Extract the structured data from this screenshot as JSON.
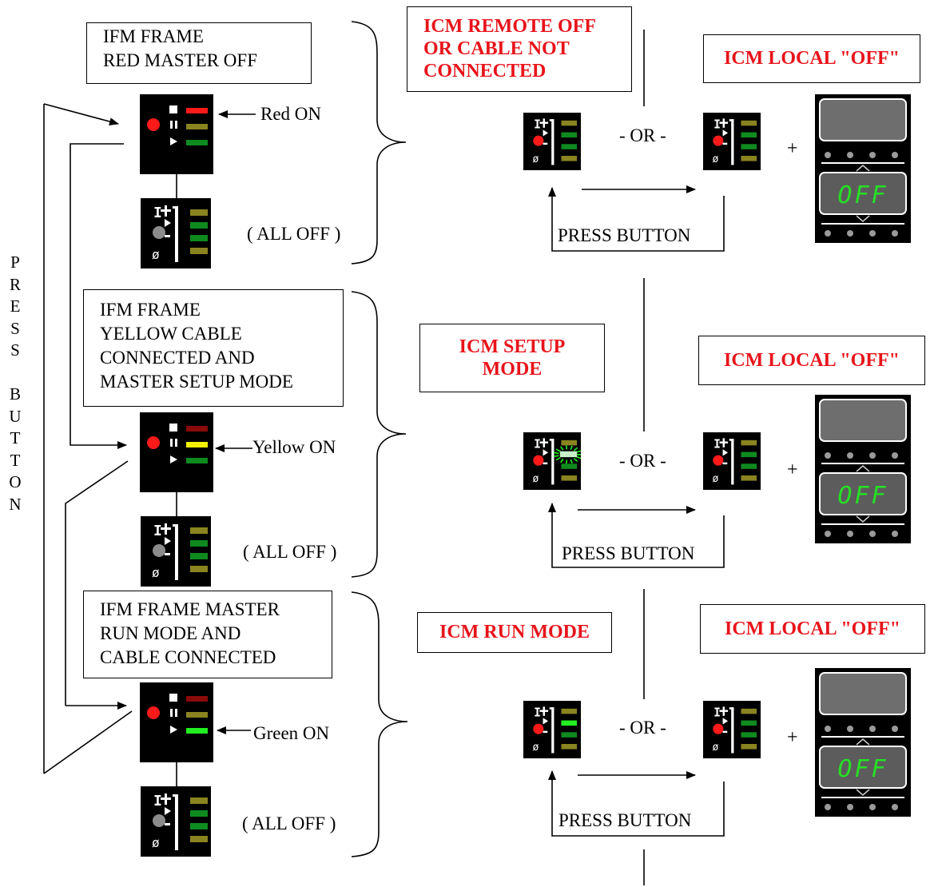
{
  "side_label": [
    "P",
    "R",
    "E",
    "S",
    "S",
    "",
    "B",
    "U",
    "T",
    "T",
    "O",
    "N"
  ],
  "rows": [
    {
      "ifm_lines": [
        "IFM FRAME",
        "RED MASTER OFF"
      ],
      "led_label": "Red ON",
      "all_off_label": "( ALL OFF )",
      "icm_lines": [
        "ICM REMOTE OFF",
        "OR CABLE NOT",
        "CONNECTED"
      ],
      "or_label": "- OR -",
      "press_label": "PRESS BUTTON",
      "local_label": "ICM LOCAL \"OFF\"",
      "plus": "+",
      "display_text": "OFF"
    },
    {
      "ifm_lines": [
        "IFM FRAME",
        "YELLOW CABLE",
        "CONNECTED AND",
        "MASTER SETUP MODE"
      ],
      "led_label": "Yellow ON",
      "all_off_label": "( ALL OFF )",
      "icm_lines": [
        "ICM SETUP",
        "MODE"
      ],
      "or_label": "- OR -",
      "press_label": "PRESS BUTTON",
      "local_label": "ICM LOCAL \"OFF\"",
      "plus": "+",
      "display_text": "OFF"
    },
    {
      "ifm_lines": [
        "IFM FRAME MASTER",
        "RUN MODE AND",
        "CABLE CONNECTED"
      ],
      "led_label": "Green ON",
      "all_off_label": "( ALL OFF )",
      "icm_lines": [
        "ICM RUN MODE"
      ],
      "or_label": "- OR -",
      "press_label": "PRESS BUTTON",
      "local_label": "ICM LOCAL \"OFF\"",
      "plus": "+",
      "display_text": "OFF"
    }
  ],
  "colors": {
    "icm_text": "#e8141b",
    "led_red": "#ff1a1a",
    "led_red_dim": "#8a0a0a",
    "led_yellow": "#f3f000",
    "led_green": "#22ee22",
    "led_green_dim": "#0f8a1f",
    "led_olive": "#8a8420",
    "panel_bg": "#000000",
    "display_green": "#25e025"
  },
  "panels": {
    "ifm_active": [
      "red-on",
      "yellow-on",
      "green-on"
    ],
    "ifm_all_off": "all-off",
    "icm_remote": [
      "remote-off",
      "setup-blinking",
      "run-green"
    ]
  },
  "icons": [
    "ifm-led-panel-icon",
    "icm-status-panel-icon",
    "icm-display-icon",
    "arrow-icon",
    "brace-icon"
  ]
}
